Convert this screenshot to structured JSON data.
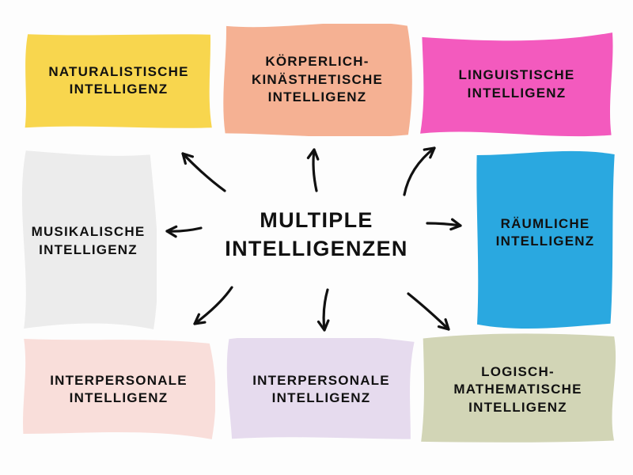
{
  "title": {
    "text": "MULTIPLE\nINTELLIGENZEN"
  },
  "colors": {
    "background": "#FDFDFD",
    "text": "#111111",
    "arrow": "#111111"
  },
  "nodes": [
    {
      "id": "naturalistische",
      "label": "NATURALISTISCHE\nINTELLIGENZ",
      "color": "#F8D64E"
    },
    {
      "id": "koerperlich-kinaesthetische",
      "label": "KÖRPERLICH-\nKINÄSTHETISCHE\nINTELLIGENZ",
      "color": "#F5B193"
    },
    {
      "id": "linguistische",
      "label": "LINGUISTISCHE\nINTELLIGENZ",
      "color": "#F35ABE"
    },
    {
      "id": "musikalische",
      "label": "MUSIKALISCHE\nINTELLIGENZ",
      "color": "#ECECEC"
    },
    {
      "id": "raeumliche",
      "label": "RÄUMLICHE\nINTELLIGENZ",
      "color": "#2AA8E0"
    },
    {
      "id": "interpersonale",
      "label": "INTERPERSONALE\nINTELLIGENZ",
      "color": "#F9DEDA"
    },
    {
      "id": "interpersonale-2",
      "label": "INTERPERSONALE\nINTELLIGENZ",
      "color": "#E6DBEE"
    },
    {
      "id": "logisch-mathematische",
      "label": "LOGISCH-\nMATHEMATISCHE\nINTELLIGENZ",
      "color": "#D2D5B6"
    }
  ]
}
